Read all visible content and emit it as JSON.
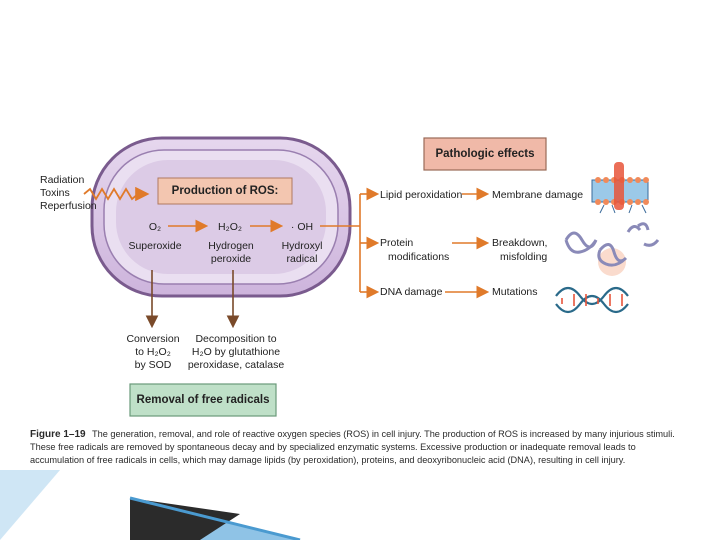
{
  "diagram": {
    "inputs": [
      "Radiation",
      "Toxins",
      "Reperfusion"
    ],
    "production_box": "Production of ROS:",
    "species": [
      {
        "formula": "O₂",
        "name_line1": "Superoxide",
        "name_line2": ""
      },
      {
        "formula": "H₂O₂",
        "name_line1": "Hydrogen",
        "name_line2": "peroxide"
      },
      {
        "formula": "· OH",
        "name_line1": "Hydroxyl",
        "name_line2": "radical"
      }
    ],
    "removal_notes": [
      {
        "line1": "Conversion",
        "line2": "to H₂O₂",
        "line3": "by SOD"
      },
      {
        "line1": "Decomposition to",
        "line2": "H₂O by glutathione",
        "line3": "peroxidase, catalase"
      }
    ],
    "removal_box": "Removal of free radicals",
    "pathologic_box": "Pathologic effects",
    "targets": [
      {
        "line1": "Lipid peroxidation",
        "line2": ""
      },
      {
        "line1": "Protein",
        "line2": "modifications"
      },
      {
        "line1": "DNA damage",
        "line2": ""
      }
    ],
    "outcomes": [
      {
        "line1": "Membrane damage",
        "line2": ""
      },
      {
        "line1": "Breakdown,",
        "line2": "misfolding"
      },
      {
        "line1": "Mutations",
        "line2": ""
      }
    ]
  },
  "caption": {
    "label": "Figure 1–19",
    "text": "The generation, removal, and role of reactive oxygen species (ROS) in cell injury. The production of ROS is increased by many injurious stimuli. These free radicals are removed by spontaneous decay and by specialized enzymatic systems. Excessive production or inadequate removal leads to accumulation of free radicals in cells, which may damage lipids (by peroxidation), proteins, and deoxyribonucleic acid (DNA), resulting in cell injury."
  },
  "colors": {
    "cell_fill": "#d9c6e4",
    "cell_stroke": "#7a5b8e",
    "production_box_fill": "#f3c6b0",
    "pathologic_box_fill": "#f0b9a8",
    "removal_box_fill": "#bfe0c8",
    "arrow_orange": "#e07a2a"
  }
}
